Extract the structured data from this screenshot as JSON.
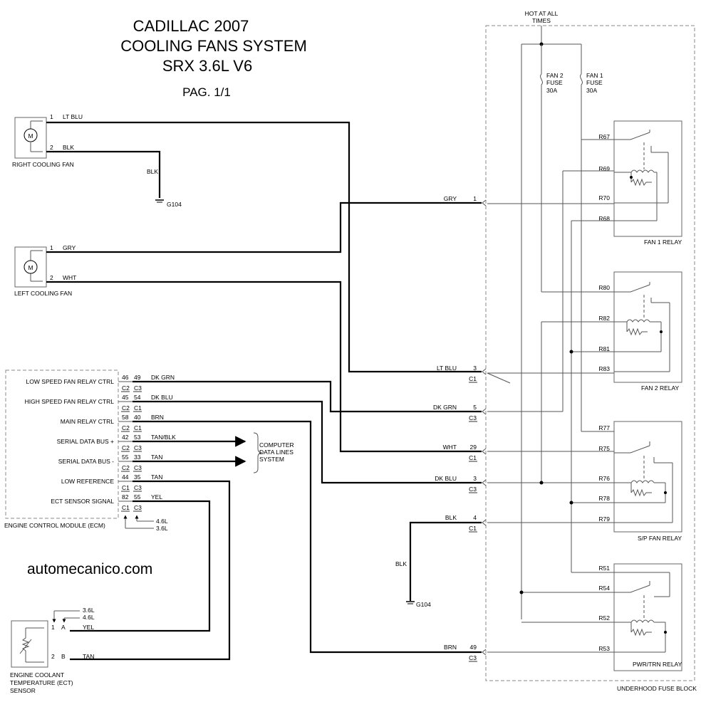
{
  "title": {
    "line1": "CADILLAC 2007",
    "line2": "COOLING FANS SYSTEM",
    "line3": "SRX 3.6L V6",
    "page": "PAG. 1/1"
  },
  "watermark": "automecanico.com",
  "hot_label": {
    "line1": "HOT AT ALL",
    "line2": "TIMES"
  },
  "fuses": [
    {
      "line1": "FAN 2",
      "line2": "FUSE",
      "line3": "30A"
    },
    {
      "line1": "FAN 1",
      "line2": "FUSE",
      "line3": "30A"
    }
  ],
  "right_fan": {
    "label": "RIGHT COOLING FAN",
    "motor": "M",
    "pin1": "1",
    "wire1": "LT BLU",
    "pin2": "2",
    "wire2": "BLK",
    "ground_wire": "BLK",
    "ground": "G104"
  },
  "left_fan": {
    "label": "LEFT COOLING FAN",
    "motor": "M",
    "pin1": "1",
    "wire1": "GRY",
    "pin2": "2",
    "wire2": "WHT"
  },
  "fuse_block": {
    "label": "UNDERHOOD FUSE BLOCK",
    "pins": [
      {
        "wire": "GRY",
        "pin": "1",
        "conn": ""
      },
      {
        "wire": "LT BLU",
        "pin": "3",
        "conn": "C1"
      },
      {
        "wire": "DK GRN",
        "pin": "5",
        "conn": "C3"
      },
      {
        "wire": "WHT",
        "pin": "29",
        "conn": "C1"
      },
      {
        "wire": "DK BLU",
        "pin": "3",
        "conn": "C3"
      },
      {
        "wire": "BLK",
        "pin": "4",
        "conn": "C1"
      },
      {
        "wire": "BRN",
        "pin": "49",
        "conn": "C3"
      }
    ],
    "ground_wire": "BLK",
    "ground": "G104"
  },
  "relays": [
    {
      "name": "FAN 1 RELAY",
      "terminals": [
        "R67",
        "R69",
        "R70",
        "R68"
      ]
    },
    {
      "name": "FAN 2 RELAY",
      "terminals": [
        "R80",
        "R82",
        "R81",
        "R83"
      ]
    },
    {
      "name": "S/P FAN RELAY",
      "terminals": [
        "R77",
        "R75",
        "R76",
        "R78",
        "R79"
      ]
    },
    {
      "name": "PWR/TRN RELAY",
      "terminals": [
        "R51",
        "R54",
        "R52",
        "R53"
      ]
    }
  ],
  "ecm": {
    "label": "ENGINE CONTROL MODULE (ECM)",
    "rows": [
      {
        "signal": "LOW SPEED FAN RELAY CTRL",
        "p1": "46",
        "p2": "49",
        "wire": "DK GRN",
        "c1": "C2",
        "c2": "C3"
      },
      {
        "signal": "HIGH SPEED FAN RELAY CTRL",
        "p1": "45",
        "p2": "54",
        "wire": "DK BLU",
        "c1": "C2",
        "c2": "C1"
      },
      {
        "signal": "MAIN RELAY CTRL",
        "p1": "58",
        "p2": "40",
        "wire": "BRN",
        "c1": "C2",
        "c2": "C1"
      },
      {
        "signal": "SERIAL DATA BUS +",
        "p1": "42",
        "p2": "53",
        "wire": "TAN/BLK",
        "c1": "C2",
        "c2": "C3"
      },
      {
        "signal": "SERIAL DATA BUS -",
        "p1": "55",
        "p2": "33",
        "wire": "TAN",
        "c1": "C2",
        "c2": "C3"
      },
      {
        "signal": "LOW REFERENCE",
        "p1": "44",
        "p2": "35",
        "wire": "TAN",
        "c1": "C1",
        "c2": "C3"
      },
      {
        "signal": "ECT SENSOR SIGNAL",
        "p1": "82",
        "p2": "55",
        "wire": "YEL",
        "c1": "C1",
        "c2": "C3"
      }
    ],
    "engine_a": "4.6L",
    "engine_b": "3.6L"
  },
  "computer_data": {
    "line1": "COMPUTER",
    "line2": "DATA LINES",
    "line3": "SYSTEM"
  },
  "ect_sensor": {
    "label1": "ENGINE COOLANT",
    "label2": "TEMPERATURE (ECT)",
    "label3": "SENSOR",
    "engine_a": "3.6L",
    "engine_b": "4.6L",
    "pin1a": "1",
    "pin1b": "A",
    "wire1": "YEL",
    "pin2a": "2",
    "pin2b": "B",
    "wire2": "TAN"
  }
}
